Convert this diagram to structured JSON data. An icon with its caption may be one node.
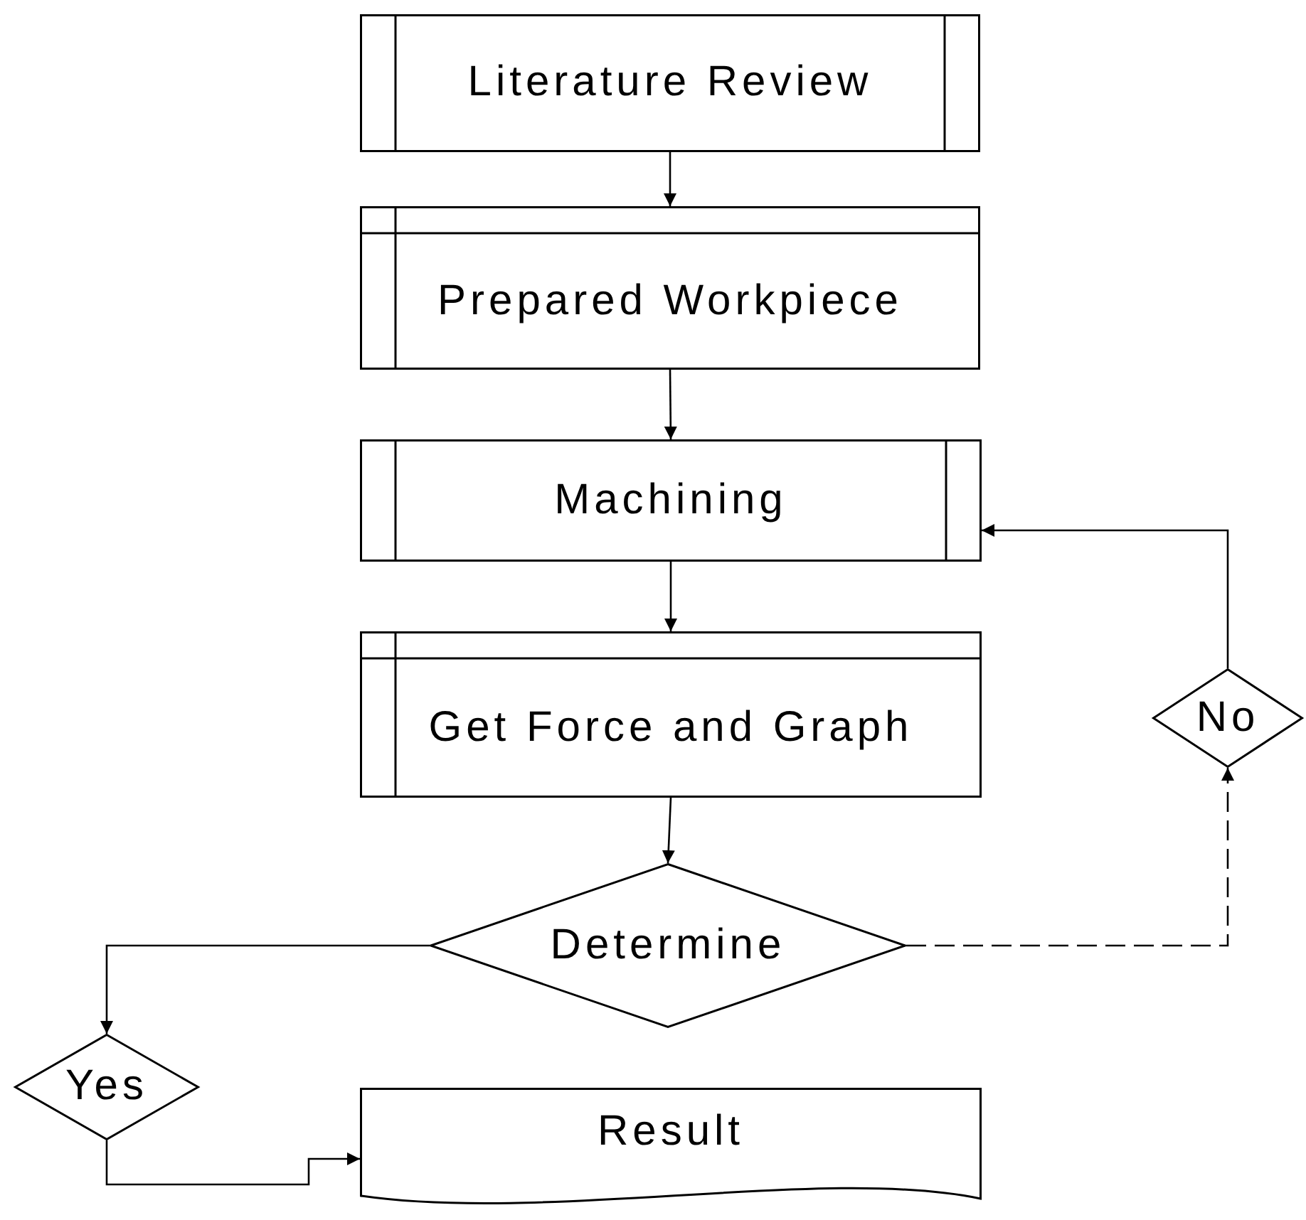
{
  "diagram": {
    "nodes": [
      {
        "text": [
          "Literature Review"
        ]
      },
      {
        "text": [
          "Prepared Workpiece"
        ]
      },
      {
        "text": [
          "Machining"
        ]
      },
      {
        "text": [
          "Get Force and Graph"
        ]
      },
      {
        "text": [
          "Determine"
        ]
      },
      {
        "text": [
          "No"
        ]
      },
      {
        "text": [
          "Yes"
        ]
      },
      {
        "text": [
          "Result"
        ]
      }
    ],
    "edges": [
      {
        "from": 0,
        "to": 1,
        "arrow": "to"
      },
      {
        "from": 1,
        "to": 2,
        "arrow": "to"
      },
      {
        "from": 2,
        "to": 3,
        "arrow": "to"
      },
      {
        "from": 3,
        "to": 4,
        "arrow": "to"
      },
      {
        "from": 4,
        "to": 5,
        "arrow": "to",
        "style": "dashed"
      },
      {
        "from": 5,
        "to": 2,
        "arrow": "to"
      },
      {
        "from": 4,
        "to": 6,
        "arrow": "to"
      },
      {
        "from": 6,
        "to": 7,
        "arrow": "to"
      }
    ]
  }
}
